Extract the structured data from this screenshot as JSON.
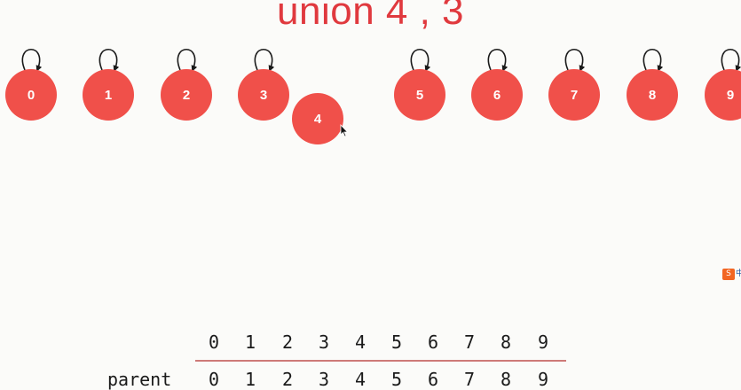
{
  "title": "union 4 , 3",
  "nodes": [
    "0",
    "1",
    "2",
    "3",
    "4",
    "5",
    "6",
    "7",
    "8",
    "9"
  ],
  "table": {
    "indices": [
      "0",
      "1",
      "2",
      "3",
      "4",
      "5",
      "6",
      "7",
      "8",
      "9"
    ],
    "row_label": "parent",
    "parent": [
      "0",
      "1",
      "2",
      "3",
      "4",
      "5",
      "6",
      "7",
      "8",
      "9"
    ]
  },
  "badge": {
    "text": "S",
    "tail": "中"
  },
  "colors": {
    "node_fill": "#f0504a",
    "title": "#e0393e",
    "divider": "#c0504d",
    "text": "#1a1a1a"
  }
}
